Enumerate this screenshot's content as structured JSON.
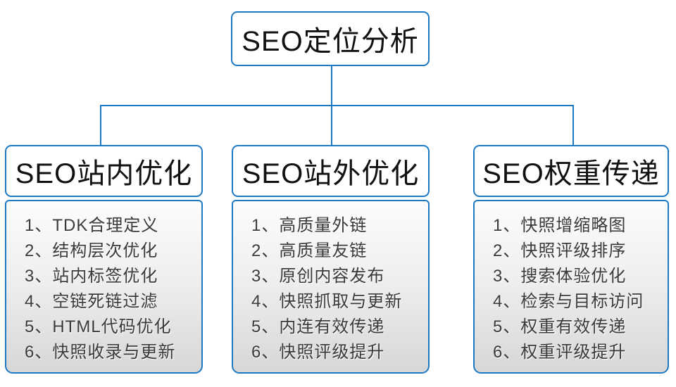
{
  "diagram": {
    "type": "hierarchy-flowchart",
    "root": {
      "title": "SEO定位分析"
    },
    "colors": {
      "border_blue": "#1b79c5",
      "connector_blue": "#1b79c5",
      "list_bg_top": "#fcfcfc",
      "list_bg_bottom": "#d7d7d7",
      "title_text": "#111111",
      "item_text": "#3a3a3a"
    },
    "columns": [
      {
        "title": "SEO站内优化",
        "items": [
          "1、TDK合理定义",
          "2、结构层次优化",
          "3、站内标签优化",
          "4、空链死链过滤",
          "5、HTML代码优化",
          "6、快照收录与更新"
        ]
      },
      {
        "title": "SEO站外优化",
        "items": [
          "1、高质量外链",
          "2、高质量友链",
          "3、原创内容发布",
          "4、快照抓取与更新",
          "5、内连有效传递",
          "6、快照评级提升"
        ]
      },
      {
        "title": "SEO权重传递",
        "items": [
          "1、快照增缩略图",
          "2、快照评级排序",
          "3、搜索体验优化",
          "4、检索与目标访问",
          "5、权重有效传递",
          "6、权重评级提升"
        ]
      }
    ]
  }
}
